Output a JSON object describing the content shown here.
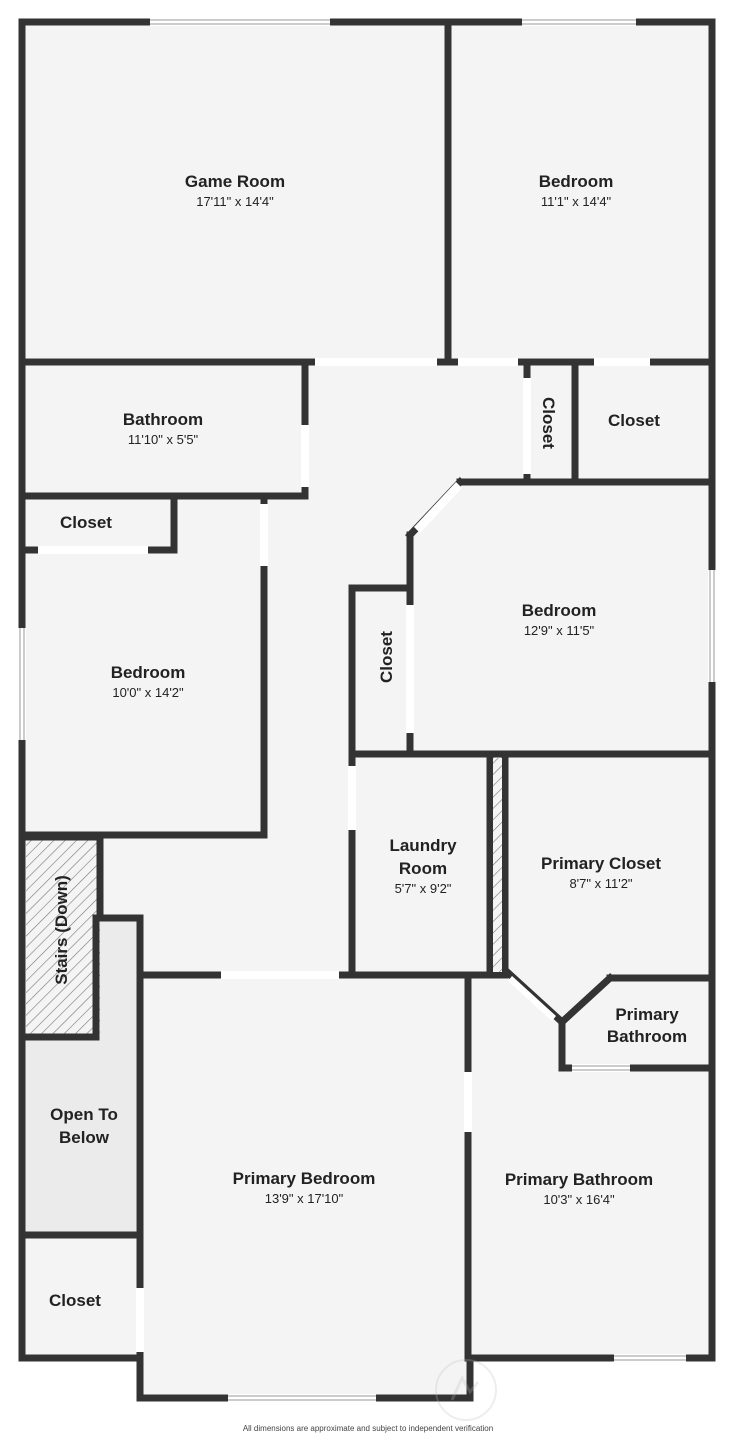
{
  "rooms": {
    "game_room": {
      "name": "Game Room",
      "dims": "17'11\" x 14'4\""
    },
    "bedroom_ne": {
      "name": "Bedroom",
      "dims": "11'1\" x 14'4\""
    },
    "bathroom": {
      "name": "Bathroom",
      "dims": "11'10\" x 5'5\""
    },
    "closet_small": {
      "name": "Closet"
    },
    "closet_ne": {
      "name": "Closet"
    },
    "closet_west": {
      "name": "Closet"
    },
    "bedroom_west": {
      "name": "Bedroom",
      "dims": "10'0\" x 14'2\""
    },
    "bedroom_east": {
      "name": "Bedroom",
      "dims": "12'9\" x 11'5\""
    },
    "closet_mid": {
      "name": "Closet"
    },
    "laundry": {
      "name_line1": "Laundry",
      "name_line2": "Room",
      "dims": "5'7\" x 9'2\""
    },
    "primary_closet": {
      "name": "Primary Closet",
      "dims": "8'7\" x 11'2\""
    },
    "primary_bath_small": {
      "name_line1": "Primary",
      "name_line2": "Bathroom"
    },
    "stairs": {
      "name": "Stairs (Down)"
    },
    "open_below": {
      "name_line1": "Open To",
      "name_line2": "Below"
    },
    "closet_sw": {
      "name": "Closet"
    },
    "primary_bedroom": {
      "name": "Primary Bedroom",
      "dims": "13'9\" x 17'10\""
    },
    "primary_bathroom": {
      "name": "Primary Bathroom",
      "dims": "10'3\" x 16'4\""
    }
  },
  "footer": "All dimensions are approximate and subject to independent verification",
  "colors": {
    "wall": "#333333",
    "floor": "#f4f4f4",
    "open_area": "#ebebeb",
    "background": "#ffffff"
  }
}
